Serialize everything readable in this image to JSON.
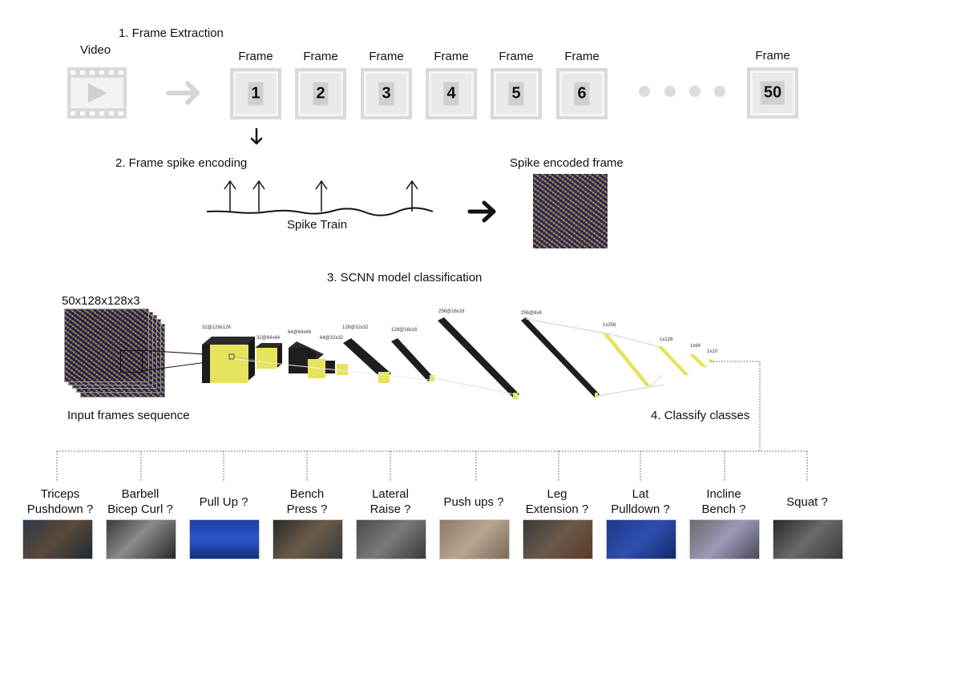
{
  "stage1": {
    "title": "1. Frame Extraction",
    "video_label": "Video",
    "frame_caption": "Frame",
    "frames": [
      "1",
      "2",
      "3",
      "4",
      "5",
      "6"
    ],
    "last_frame": "50"
  },
  "stage2": {
    "title": "2. Frame spike encoding",
    "spike_train_label": "Spike Train",
    "encoded_label": "Spike encoded frame"
  },
  "stage3": {
    "title": "3. SCNN model classification",
    "input_shape": "50x128x128x3",
    "input_label": "Input frames sequence",
    "layers": [
      "32@128x128",
      "32@64x64",
      "64@64x64",
      "64@32x32",
      "128@32x32",
      "128@16x16",
      "256@16x16",
      "256@8x8",
      "1x256",
      "1x128",
      "1x64",
      "1x10"
    ]
  },
  "stage4": {
    "title": "4. Classify classes",
    "classes": [
      {
        "line1": "Triceps",
        "line2": "Pushdown ?"
      },
      {
        "line1": "Barbell",
        "line2": "Bicep Curl ?"
      },
      {
        "line1": "Pull Up ?",
        "line2": ""
      },
      {
        "line1": "Bench",
        "line2": "Press ?"
      },
      {
        "line1": "Lateral",
        "line2": "Raise ?"
      },
      {
        "line1": "Push ups ?",
        "line2": ""
      },
      {
        "line1": "Leg",
        "line2": "Extension ?"
      },
      {
        "line1": "Lat",
        "line2": "Pulldown ?"
      },
      {
        "line1": "Incline",
        "line2": "Bench ?"
      },
      {
        "line1": "Squat ?",
        "line2": ""
      }
    ]
  },
  "colors": {
    "frame_gray": "#d9d9d9",
    "spike_yellow": "#e8e04a",
    "spike_purple": "#3b2c8c",
    "layer_yellow": "#e6e35c",
    "layer_dark": "#1e1e1e"
  }
}
